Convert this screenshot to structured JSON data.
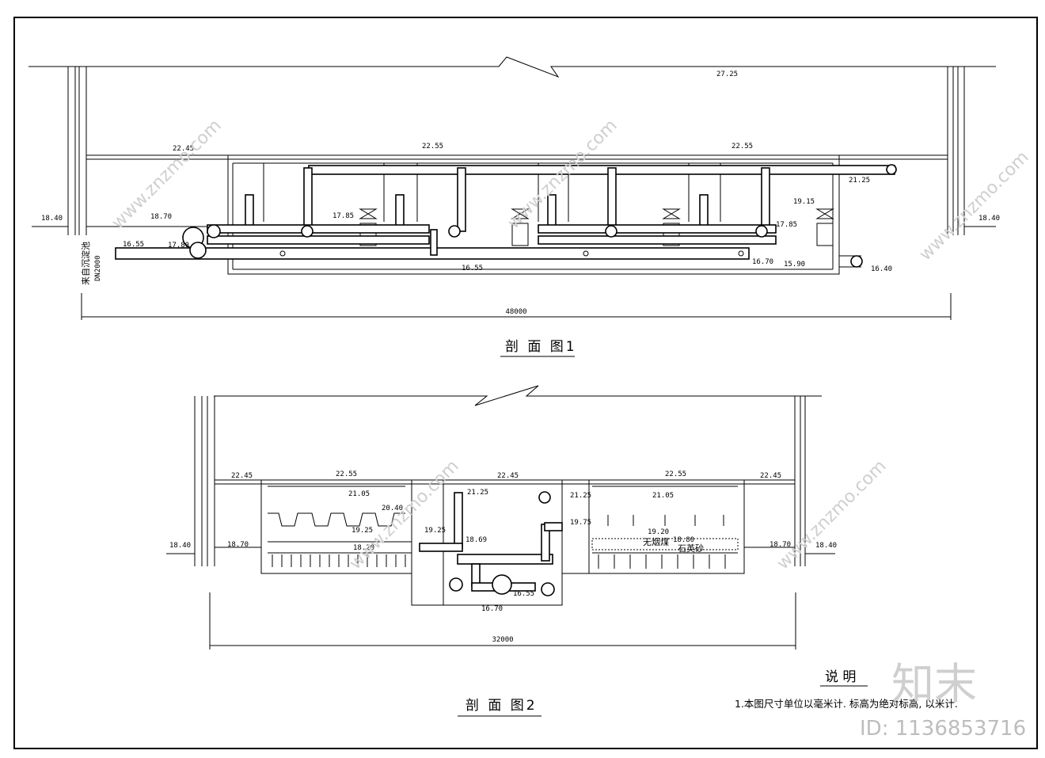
{
  "drawing": {
    "section1": {
      "title": "剖 面 图1",
      "dimension": "48000",
      "inlet_label": "来自沉淀池",
      "inlet_pipe": "DN2000",
      "elevations": {
        "top": "27.25",
        "roof_left": "22.45",
        "roof_mid": "22.55",
        "roof_right": "22.55",
        "ground_left": "18.40",
        "ground_right": "18.40",
        "grade_left": "18.70",
        "pipe_in": "16.55",
        "pipe_in2": "17.80",
        "mid_left": "17.85",
        "mid_right": "17.85",
        "outlet_top": "21.25",
        "water_right": "19.15",
        "bottom": "16.55",
        "bottom_right": "16.70",
        "sump": "15.90",
        "outlet": "16.40"
      }
    },
    "section2": {
      "title": "剖 面 图2",
      "dimension": "32000",
      "elevations": {
        "roof_a": "22.45",
        "roof_b": "22.55",
        "roof_c": "22.45",
        "roof_d": "22.55",
        "roof_e": "22.45",
        "ground_left": "18.40",
        "ground_right": "18.40",
        "grade_left": "18.70",
        "grade_right": "18.70",
        "water_left": "21.05",
        "weir": "20.40",
        "water_level_l": "19.25",
        "filter_floor_l": "18.20",
        "gallery_top": "21.25",
        "gallery_mid": "19.25",
        "gallery_pipe": "18.69",
        "gallery_bottom": "16.55",
        "gallery_floor": "16.70",
        "right_top": "21.25",
        "right_mid": "19.75",
        "water_right": "21.05",
        "water_level_r": "19.20",
        "sand_top": "18.80"
      },
      "media": {
        "anthracite": "无烟煤",
        "quartz_sand": "石英砂"
      }
    },
    "notes": {
      "heading": "说 明",
      "line1": "1.本图尺寸单位以毫米计. 标高为绝对标高, 以米计."
    },
    "watermark": {
      "brand": "知末",
      "id": "ID: 1136853716",
      "site": "www.znzmo.com"
    }
  }
}
